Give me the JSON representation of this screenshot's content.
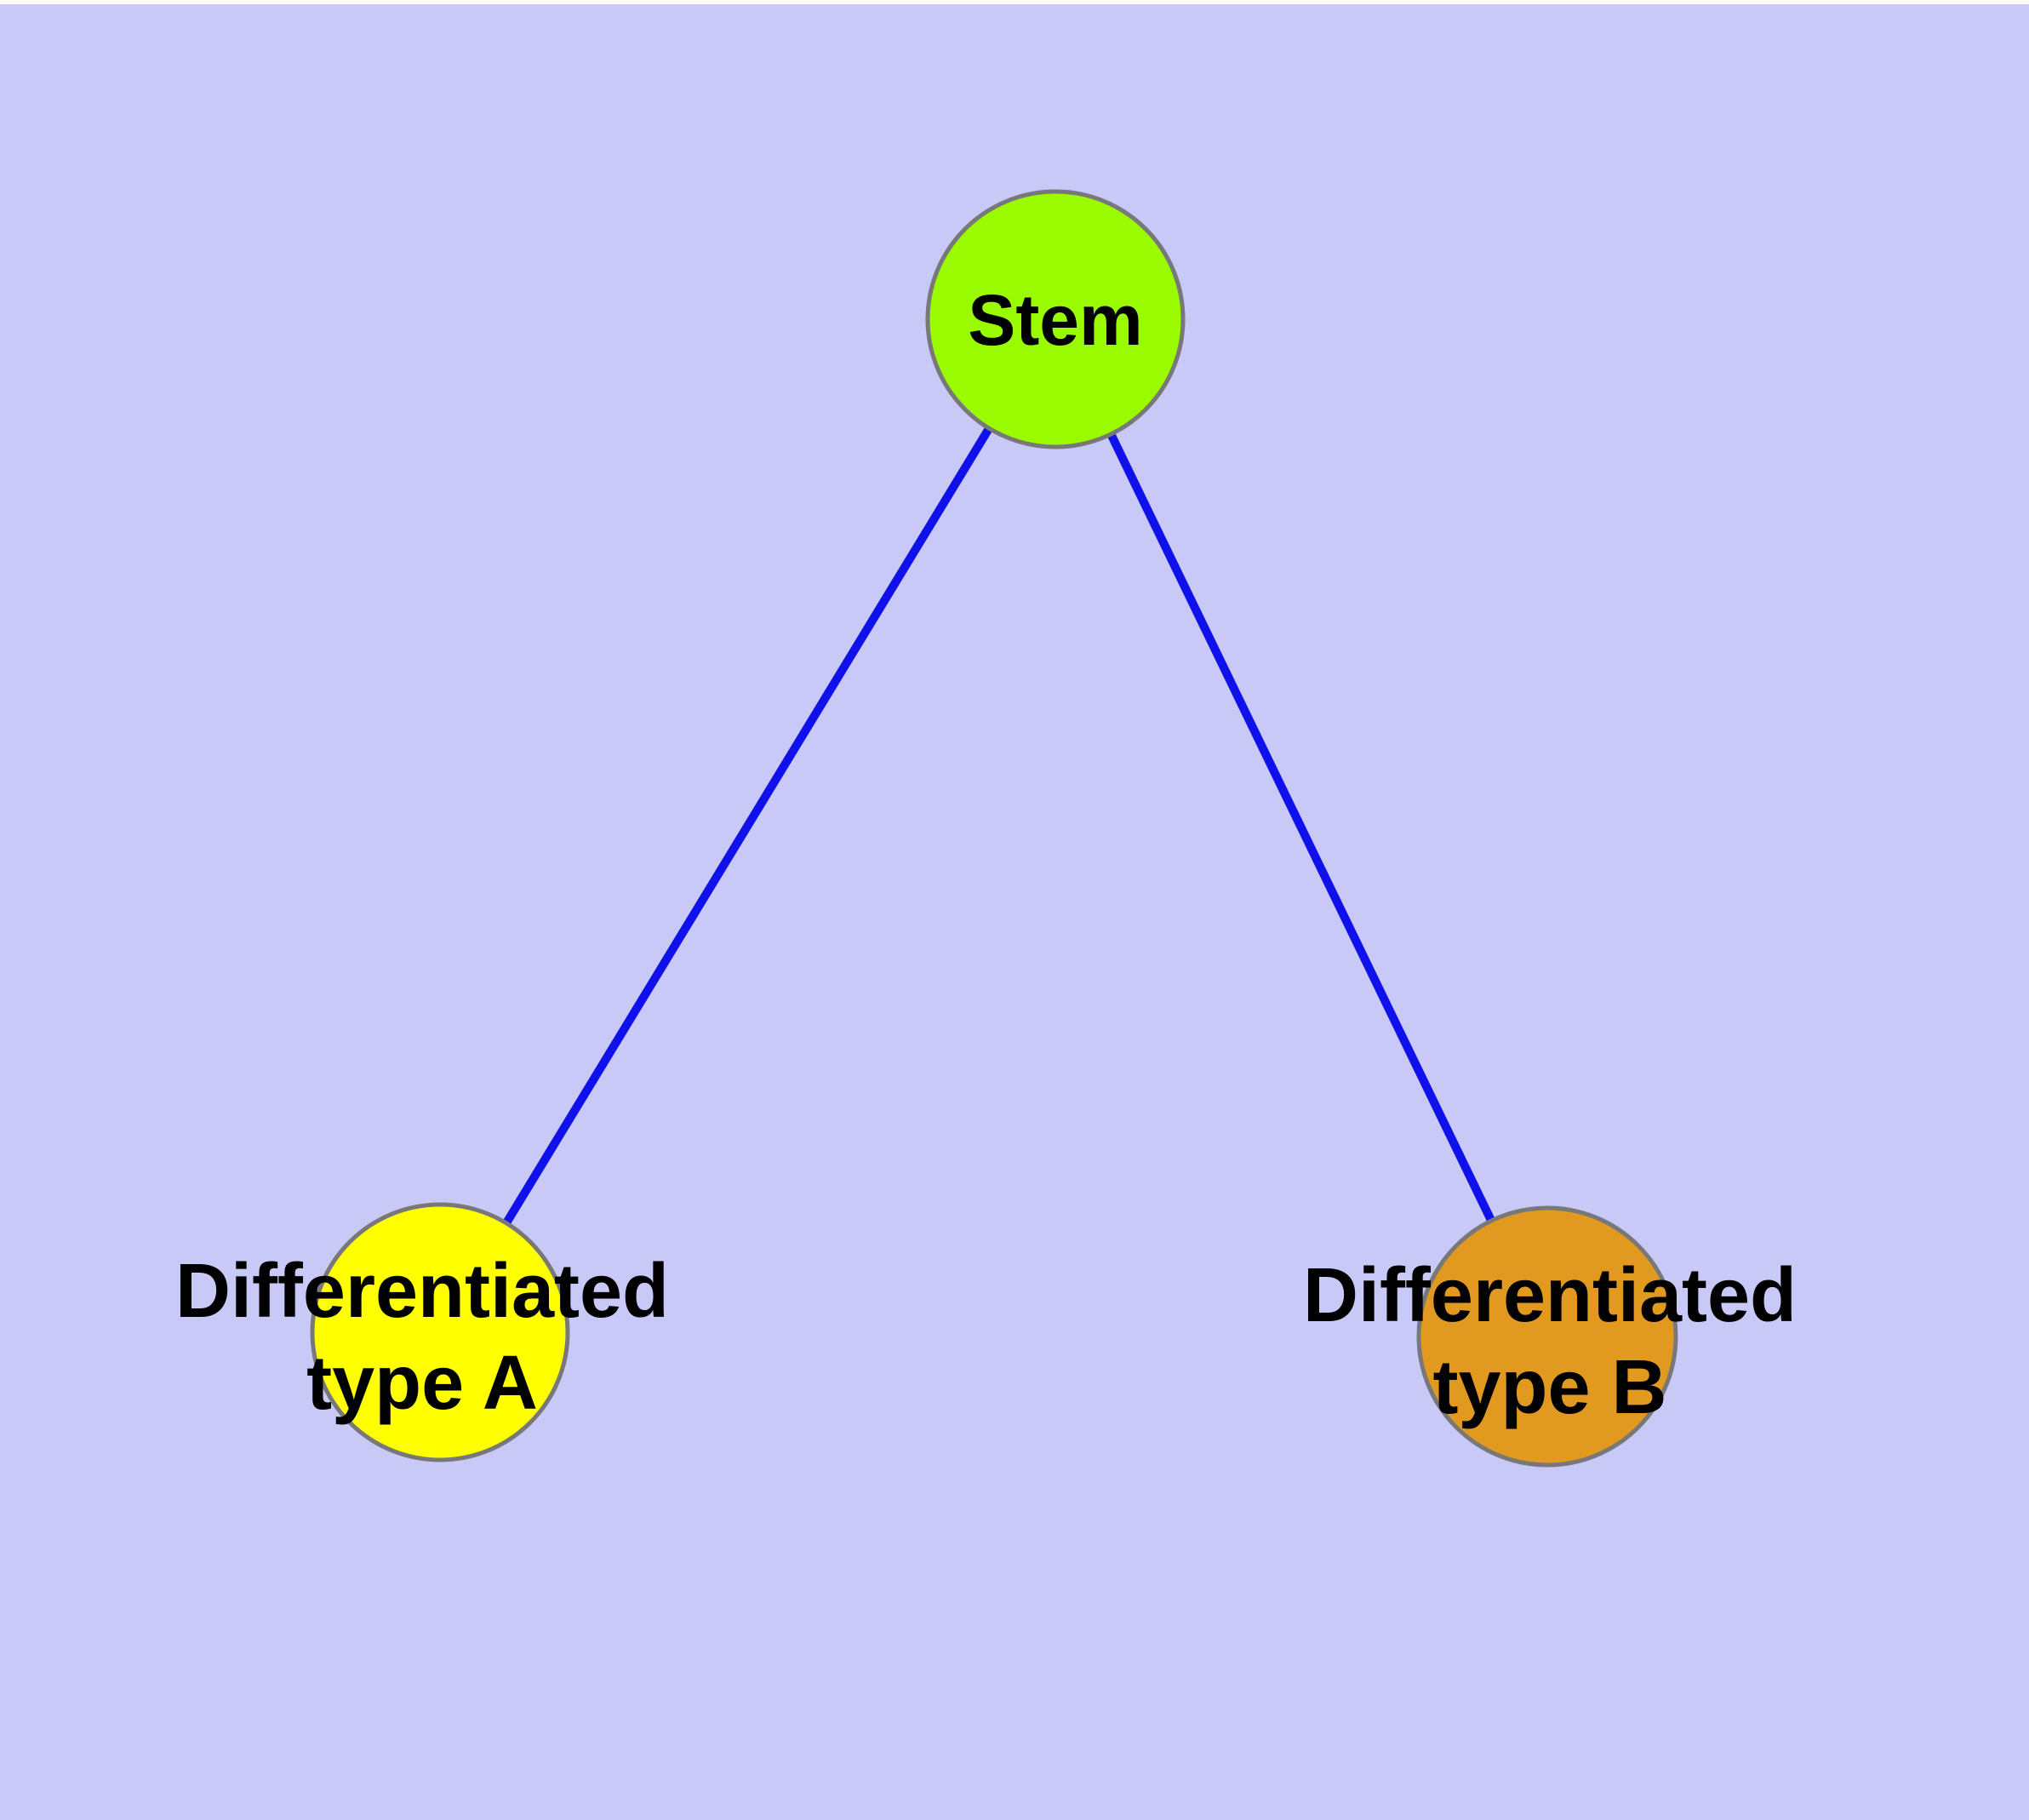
{
  "diagram": {
    "background_color": "#C9C9F8",
    "top_margin_color": "#FFFFFF",
    "edge_color": "#1010EB",
    "node_border_color": "#787878",
    "text_color": "#000000",
    "nodes": [
      {
        "id": "stem",
        "label": "Stem",
        "fill_color": "#9AFB00"
      },
      {
        "id": "diff-a",
        "label_line1": "Differentiated",
        "label_line2": "type A",
        "fill_color": "#FFFF00"
      },
      {
        "id": "diff-b",
        "label_line1": "Differentiated",
        "label_line2": "type B",
        "fill_color": "#E2991F"
      }
    ],
    "edges": [
      {
        "from": "Stem",
        "to": "Differentiated type A"
      },
      {
        "from": "Stem",
        "to": "Differentiated type B"
      }
    ]
  }
}
